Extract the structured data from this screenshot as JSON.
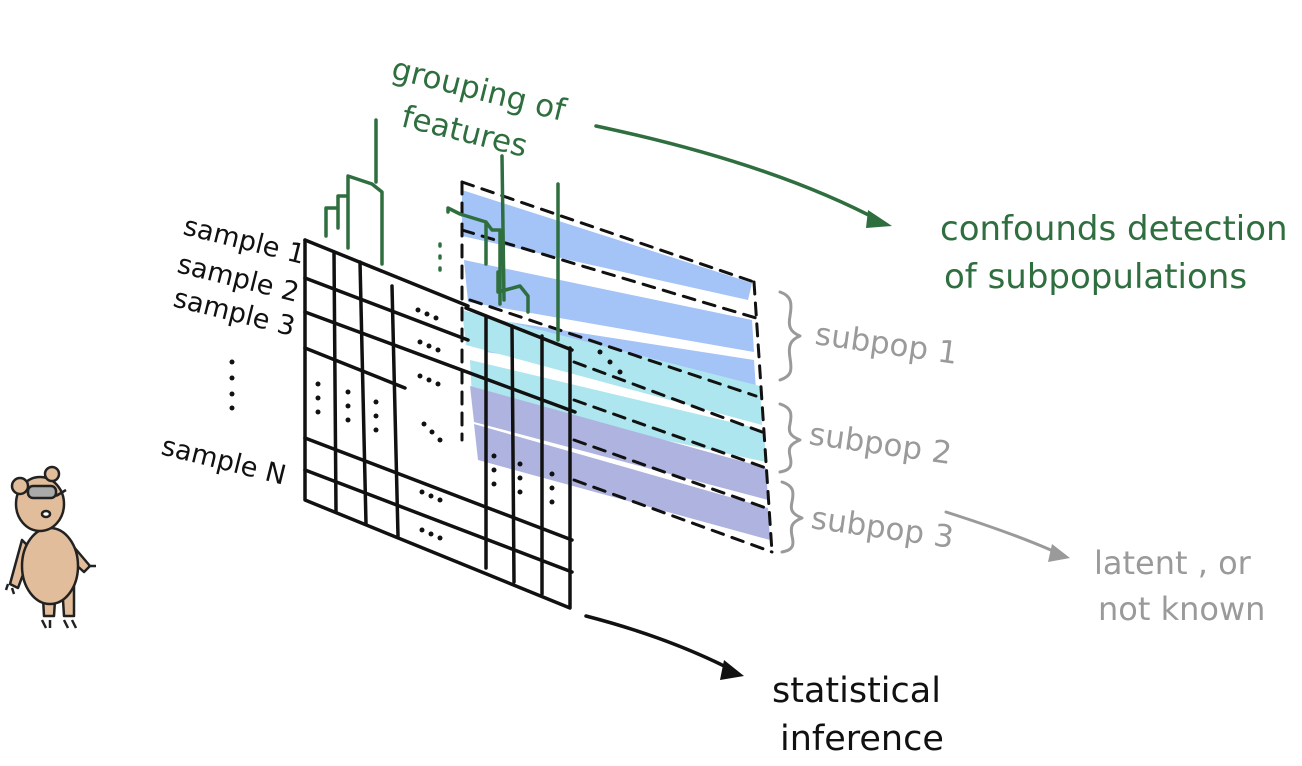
{
  "samples": {
    "labels": [
      "sample 1",
      "sample 2",
      "sample 3",
      "sample N"
    ]
  },
  "grouping": {
    "line1": "grouping of",
    "line2": "features"
  },
  "confounds": {
    "line1": "confounds detection",
    "line2": "of subpopulations"
  },
  "subpops": [
    "subpop 1",
    "subpop 2",
    "subpop 3"
  ],
  "latent": {
    "line1": "latent , or",
    "line2": "not known"
  },
  "inference": {
    "line1": "statistical",
    "line2": "inference"
  },
  "colors": {
    "ink": "#111111",
    "green": "#2f6e3f",
    "gray": "#9a9a9a",
    "subpop1": "#a4c3f6",
    "subpop2": "#ade6ee",
    "subpop3": "#aeb4df",
    "bear": "#e2bd9b"
  },
  "icons": [
    "bear-mascot-icon",
    "dendrogram-icon",
    "curly-brace-icon",
    "arrow-icon"
  ]
}
